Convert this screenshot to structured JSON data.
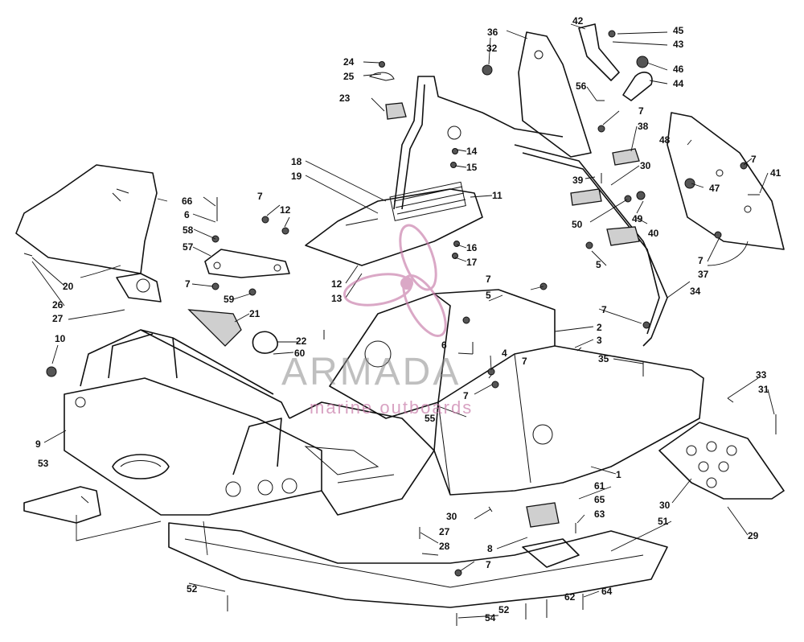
{
  "diagram": {
    "callouts": [
      {
        "id": "c1",
        "text": "1"
      },
      {
        "id": "c2",
        "text": "2"
      },
      {
        "id": "c3",
        "text": "3"
      },
      {
        "id": "c4",
        "text": "4"
      },
      {
        "id": "c5a",
        "text": "5"
      },
      {
        "id": "c5b",
        "text": "5"
      },
      {
        "id": "c6a",
        "text": "6"
      },
      {
        "id": "c6b",
        "text": "6"
      },
      {
        "id": "c7a",
        "text": "7"
      },
      {
        "id": "c7b",
        "text": "7"
      },
      {
        "id": "c7c",
        "text": "7"
      },
      {
        "id": "c7d",
        "text": "7"
      },
      {
        "id": "c7e",
        "text": "7"
      },
      {
        "id": "c7f",
        "text": "7"
      },
      {
        "id": "c7g",
        "text": "7"
      },
      {
        "id": "c7h",
        "text": "7"
      },
      {
        "id": "c7i",
        "text": "7"
      },
      {
        "id": "c7j",
        "text": "7"
      },
      {
        "id": "c8",
        "text": "8"
      },
      {
        "id": "c9",
        "text": "9"
      },
      {
        "id": "c10",
        "text": "10"
      },
      {
        "id": "c11",
        "text": "11"
      },
      {
        "id": "c12a",
        "text": "12"
      },
      {
        "id": "c12b",
        "text": "12"
      },
      {
        "id": "c13",
        "text": "13"
      },
      {
        "id": "c14",
        "text": "14"
      },
      {
        "id": "c15",
        "text": "15"
      },
      {
        "id": "c16",
        "text": "16"
      },
      {
        "id": "c17",
        "text": "17"
      },
      {
        "id": "c18",
        "text": "18"
      },
      {
        "id": "c19",
        "text": "19"
      },
      {
        "id": "c20",
        "text": "20"
      },
      {
        "id": "c21",
        "text": "21"
      },
      {
        "id": "c22",
        "text": "22"
      },
      {
        "id": "c23",
        "text": "23"
      },
      {
        "id": "c24",
        "text": "24"
      },
      {
        "id": "c25",
        "text": "25"
      },
      {
        "id": "c26",
        "text": "26"
      },
      {
        "id": "c27a",
        "text": "27"
      },
      {
        "id": "c27b",
        "text": "27"
      },
      {
        "id": "c28",
        "text": "28"
      },
      {
        "id": "c29",
        "text": "29"
      },
      {
        "id": "c30a",
        "text": "30"
      },
      {
        "id": "c30b",
        "text": "30"
      },
      {
        "id": "c30c",
        "text": "30"
      },
      {
        "id": "c31",
        "text": "31"
      },
      {
        "id": "c32",
        "text": "32"
      },
      {
        "id": "c33",
        "text": "33"
      },
      {
        "id": "c34",
        "text": "34"
      },
      {
        "id": "c35",
        "text": "35"
      },
      {
        "id": "c36",
        "text": "36"
      },
      {
        "id": "c37",
        "text": "37"
      },
      {
        "id": "c38",
        "text": "38"
      },
      {
        "id": "c39",
        "text": "39"
      },
      {
        "id": "c40",
        "text": "40"
      },
      {
        "id": "c41",
        "text": "41"
      },
      {
        "id": "c42",
        "text": "42"
      },
      {
        "id": "c43",
        "text": "43"
      },
      {
        "id": "c44",
        "text": "44"
      },
      {
        "id": "c45",
        "text": "45"
      },
      {
        "id": "c46",
        "text": "46"
      },
      {
        "id": "c47",
        "text": "47"
      },
      {
        "id": "c48",
        "text": "48"
      },
      {
        "id": "c49",
        "text": "49"
      },
      {
        "id": "c50",
        "text": "50"
      },
      {
        "id": "c51",
        "text": "51"
      },
      {
        "id": "c52a",
        "text": "52"
      },
      {
        "id": "c52b",
        "text": "52"
      },
      {
        "id": "c53",
        "text": "53"
      },
      {
        "id": "c54",
        "text": "54"
      },
      {
        "id": "c55",
        "text": "55"
      },
      {
        "id": "c56",
        "text": "56"
      },
      {
        "id": "c57",
        "text": "57"
      },
      {
        "id": "c58",
        "text": "58"
      },
      {
        "id": "c59",
        "text": "59"
      },
      {
        "id": "c60",
        "text": "60"
      },
      {
        "id": "c61",
        "text": "61"
      },
      {
        "id": "c62",
        "text": "62"
      },
      {
        "id": "c63",
        "text": "63"
      },
      {
        "id": "c64",
        "text": "64"
      },
      {
        "id": "c65",
        "text": "65"
      },
      {
        "id": "c66",
        "text": "66"
      }
    ]
  },
  "watermark": {
    "brand": "ARMADA",
    "tagline": "marine outboards",
    "accent_color": "#c77aa8",
    "text_color": "#8a8a8a"
  }
}
